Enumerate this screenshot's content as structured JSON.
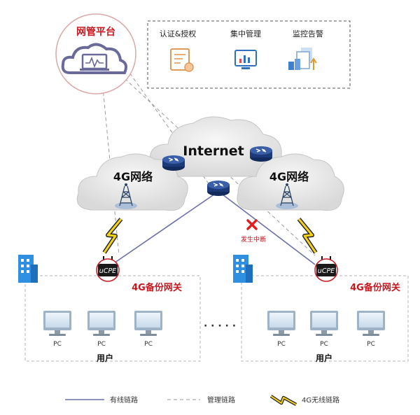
{
  "platform": {
    "title": "网管平台",
    "features": [
      {
        "label": "认证&授权",
        "icon": "certificate-icon"
      },
      {
        "label": "集中管理",
        "icon": "monitor-chart-icon"
      },
      {
        "label": "监控告警",
        "icon": "alert-report-icon"
      }
    ]
  },
  "internet": {
    "label": "Internet"
  },
  "networks": {
    "left": "4G网络",
    "right": "4G网络"
  },
  "break_label": "发生中断",
  "gateways": {
    "device_label": "uCPE",
    "caption": "4G备份网关"
  },
  "sites": [
    {
      "user_label": "用户",
      "pcs": [
        "PC",
        "PC",
        "PC"
      ]
    },
    {
      "user_label": "用户",
      "pcs": [
        "PC",
        "PC",
        "PC"
      ]
    }
  ],
  "ellipsis": "· · · · ·",
  "legend": {
    "wired": "有线链路",
    "management": "管理链路",
    "wireless": "4G无线链路"
  },
  "colors": {
    "accent_red": "#c8171e",
    "wired_line": "#6b6fa8",
    "router_blue": "#1d3a78",
    "building_blue": "#2f8fe0",
    "bolt_yellow": "#f3d21a"
  }
}
